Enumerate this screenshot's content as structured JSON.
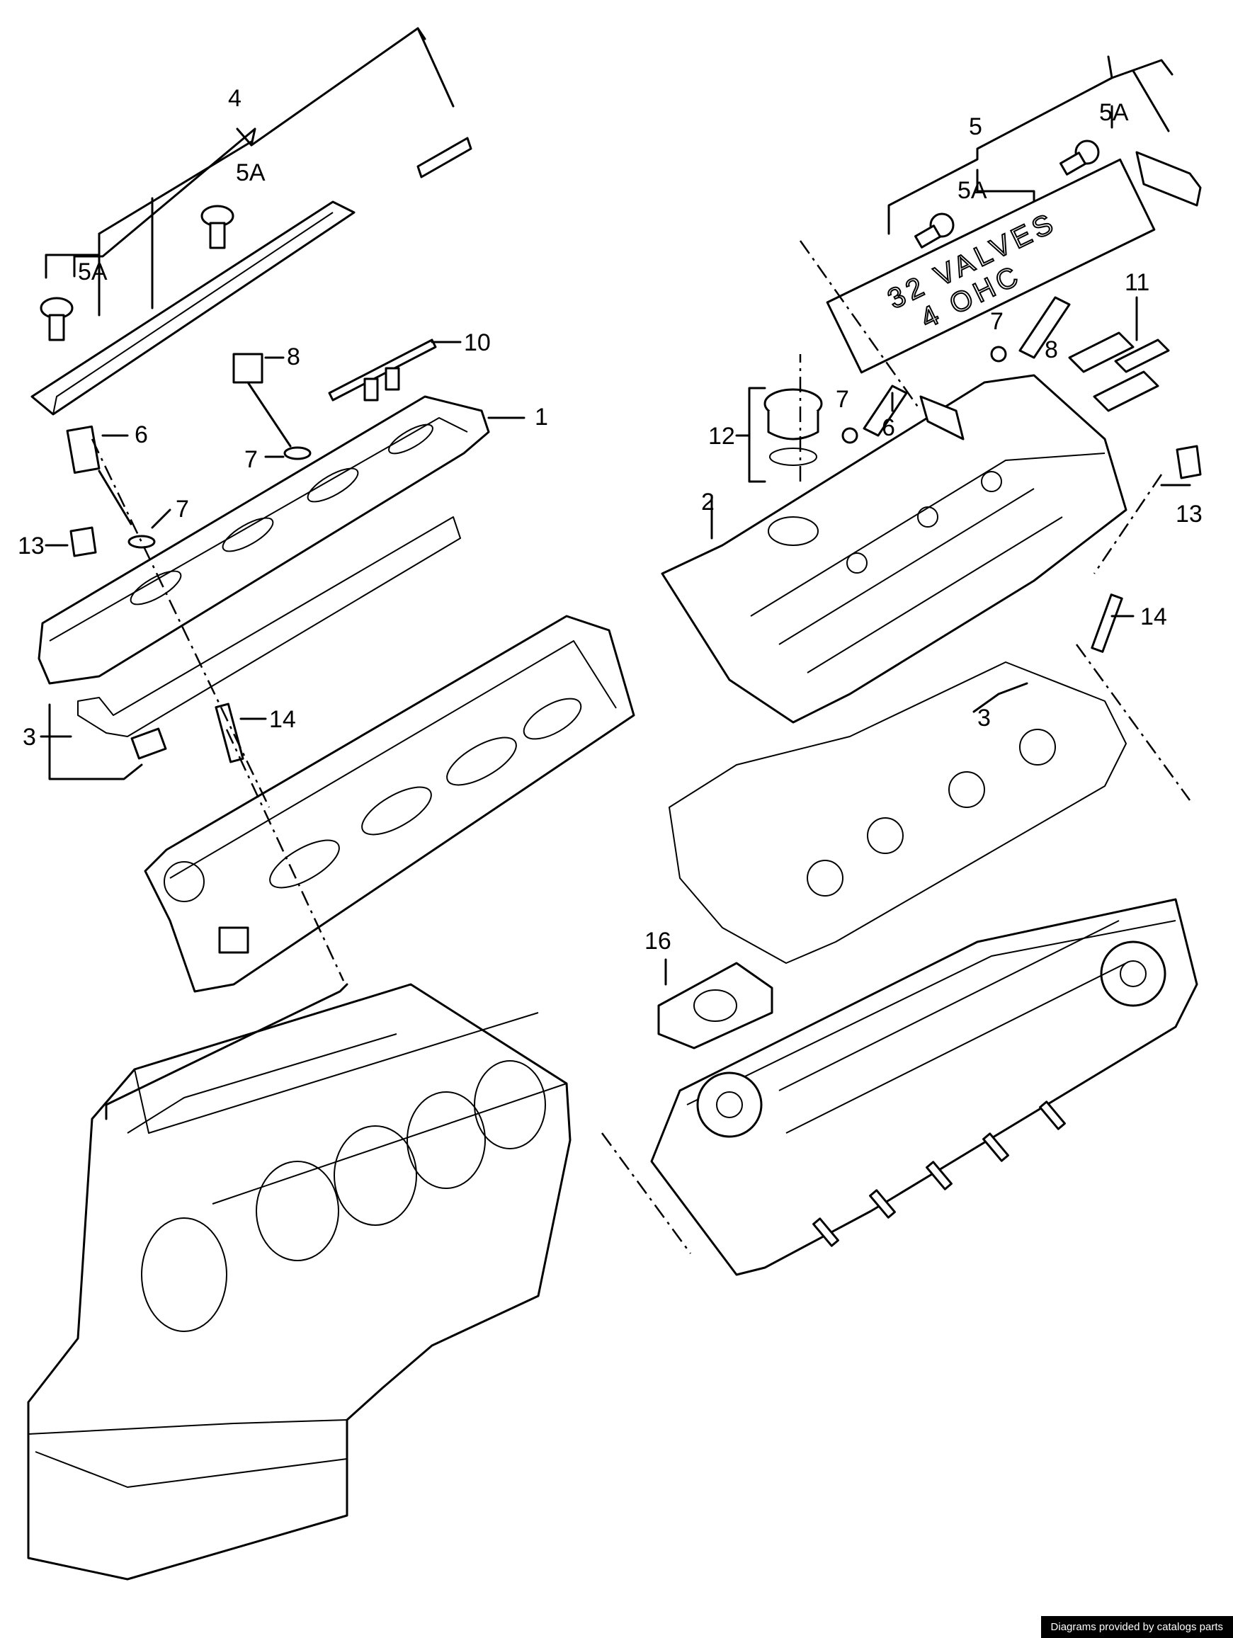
{
  "diagram": {
    "labels": {
      "l4": "4",
      "l5a_left_upper": "5A",
      "l5a_left_lower": "5A",
      "l8_left": "8",
      "l10": "10",
      "l1": "1",
      "l6_left": "6",
      "l7_left_mid": "7",
      "l7_left_low": "7",
      "l13_left": "13",
      "l3_left": "3",
      "l14_left": "14",
      "l5": "5",
      "l5a_right_upper": "5A",
      "l5a_right_lower": "5A",
      "l11": "11",
      "l7_right_upper": "7",
      "l8_right": "8",
      "l12": "12",
      "l7_right_mid": "7",
      "l6_right": "6",
      "l2": "2",
      "l13_right": "13",
      "l14_right": "14",
      "l3_right": "3",
      "l16": "16"
    },
    "cover_text": {
      "line1": "32 VALVES",
      "line2": "4 OHC"
    }
  },
  "footer": {
    "credit": "Diagrams provided by catalogs parts"
  }
}
